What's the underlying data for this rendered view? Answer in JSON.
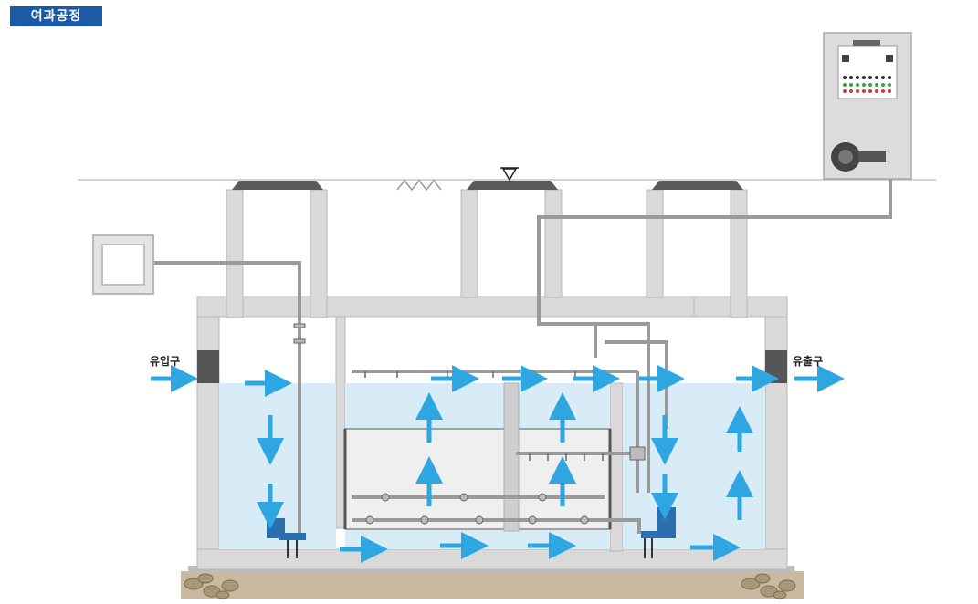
{
  "header": {
    "title": "여과공정"
  },
  "labels": {
    "inlet": "유입구",
    "outlet": "유출구"
  },
  "colors": {
    "title_bg": "#1a5aa7",
    "concrete": "#d9d9d9",
    "concrete_edge": "#b8b8b8",
    "water": "#d8ecf8",
    "flow_arrow": "#2ea6e1",
    "pipe": "#9a9a9a",
    "pump": "#2b6fb0",
    "ground": "#c9b9a0"
  },
  "icons": {
    "water_level": "triangle-down-icon",
    "ground_hatch": "zigzag-icon",
    "control_panel": "control-panel-icon",
    "blower": "blower-icon",
    "pump": "submersible-pump-icon"
  }
}
